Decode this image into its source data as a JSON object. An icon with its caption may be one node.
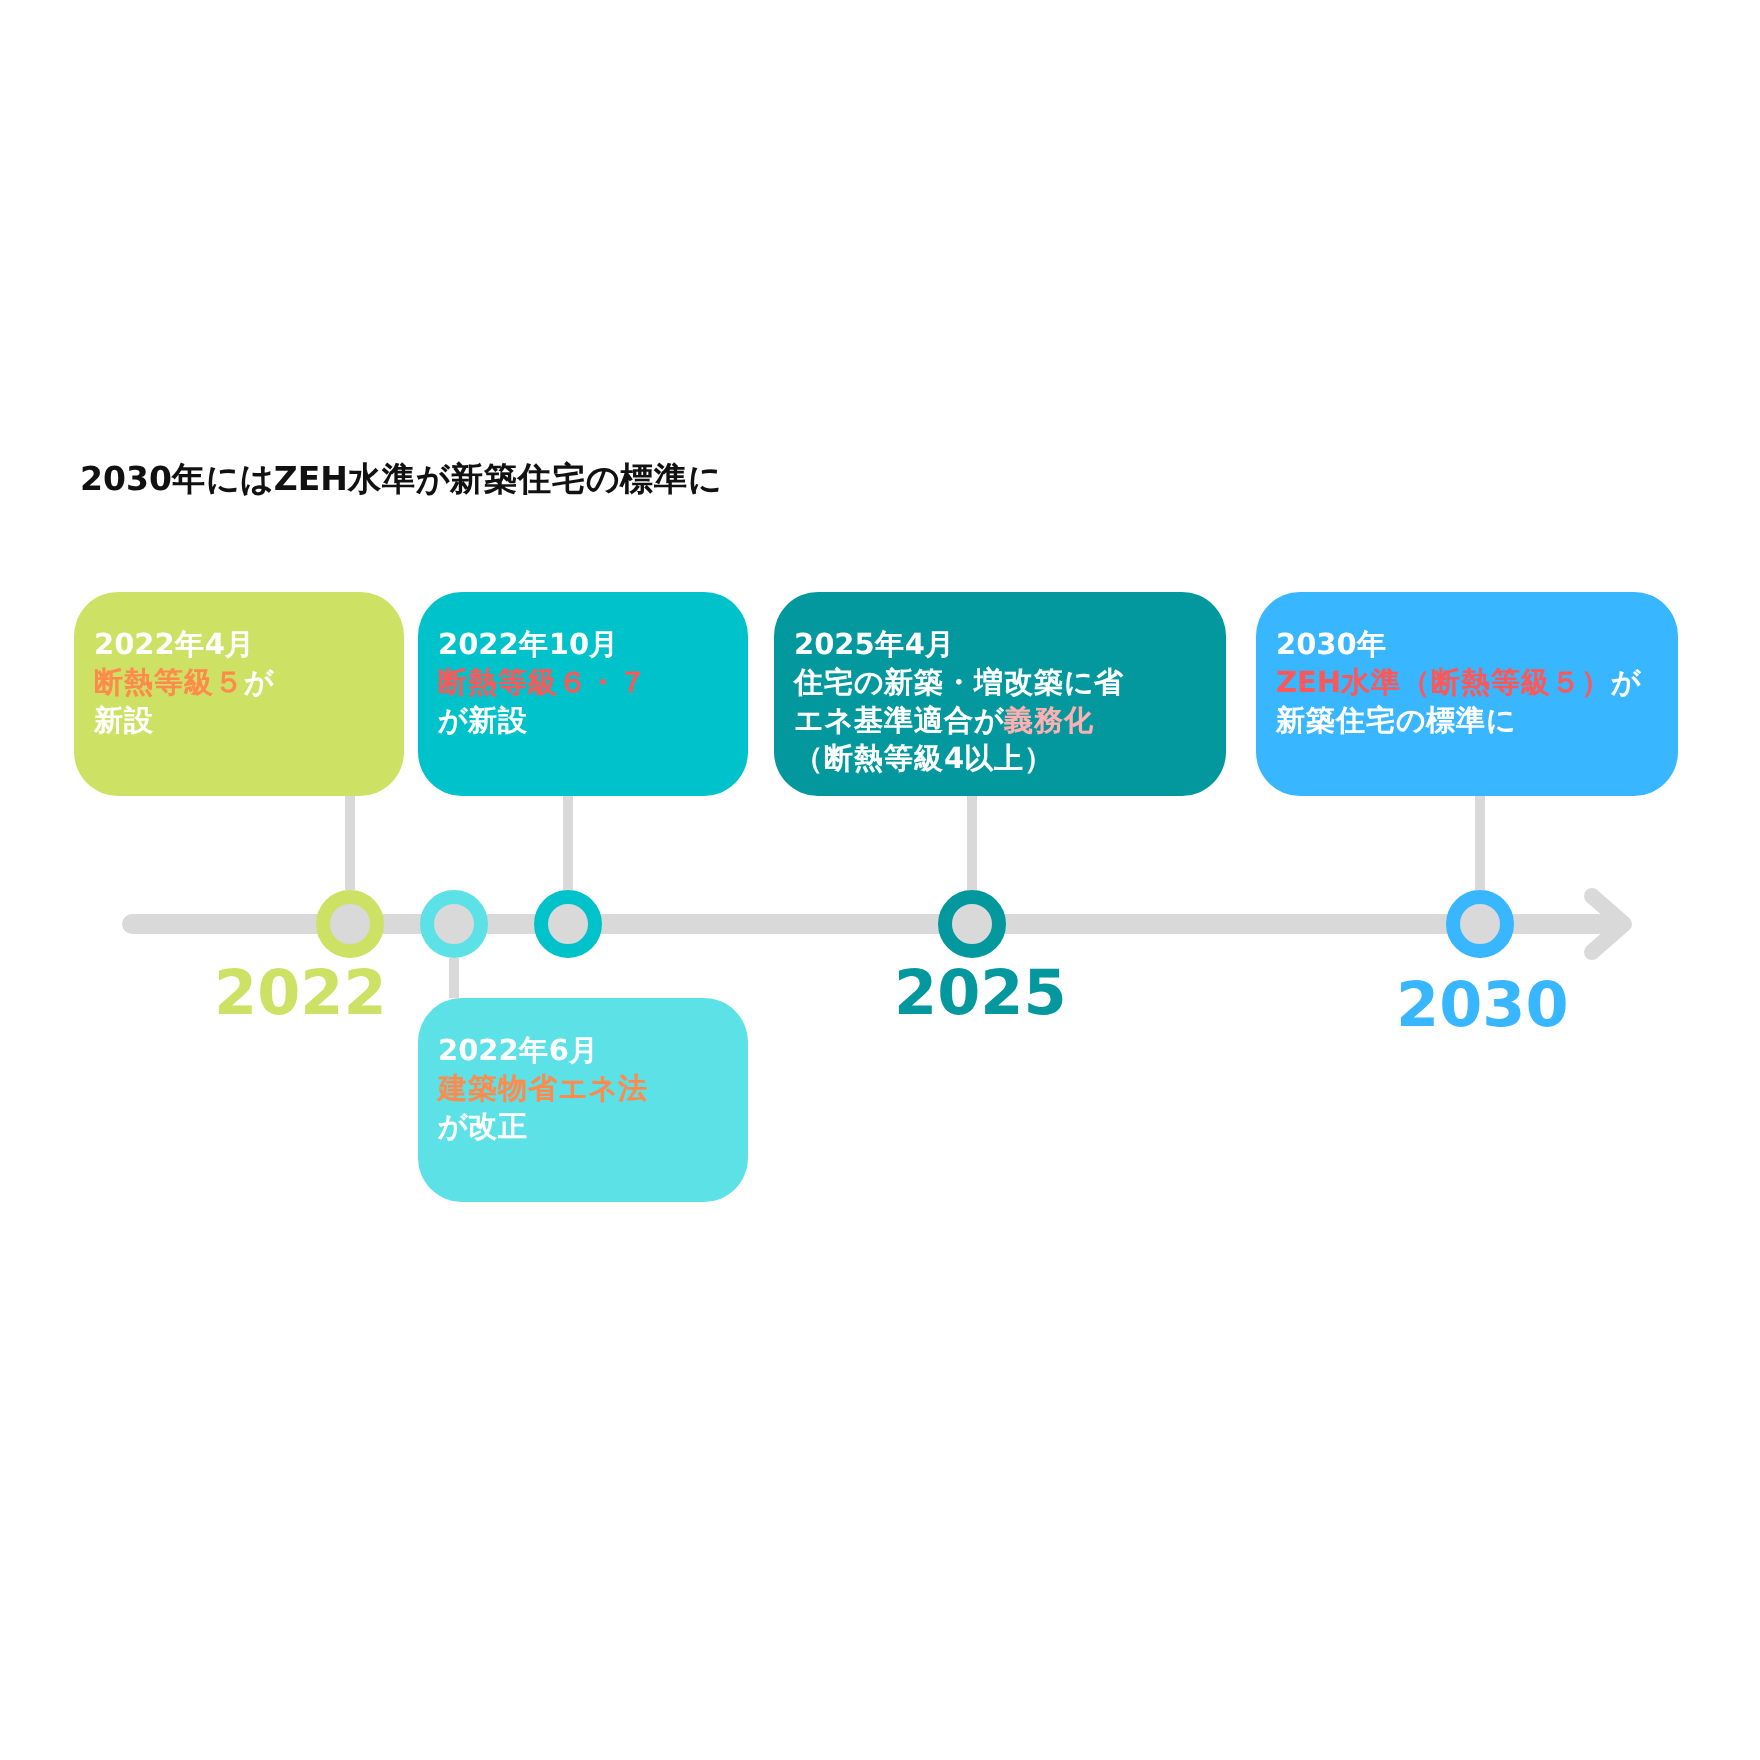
{
  "diagram": {
    "title": "2030年にはZEH水準が新築住宅の標準に",
    "nodes": [
      {
        "text": [
          "2022年4月",
          "**断熱等級５**が新設"
        ]
      },
      {
        "text": [
          "2022年6月",
          "**建築物省エネ法**が改正"
        ]
      },
      {
        "text": [
          "2022年10月",
          "**断熱等級６・７**が新設"
        ]
      },
      {
        "text": [
          "2025年4月",
          "住宅の新築・増改築に省エネ基準適合が**義務化**（断熱等級4以上）"
        ]
      },
      {
        "text": [
          "2030年",
          "**ZEH水準（断熱等級５）**が新築住宅の標準に"
        ]
      },
      {
        "text": [],
        "shape": "circle"
      },
      {
        "text": [],
        "shape": "circle"
      },
      {
        "text": [],
        "shape": "circle"
      },
      {
        "text": [],
        "shape": "circle"
      },
      {
        "text": [],
        "shape": "circle"
      }
    ],
    "edges": [
      {
        "from": 0,
        "to": 5,
        "arrow": "none"
      },
      {
        "from": 1,
        "to": 6,
        "arrow": "none"
      },
      {
        "from": 2,
        "to": 7,
        "arrow": "none"
      },
      {
        "from": 3,
        "to": 8,
        "arrow": "none"
      },
      {
        "from": 4,
        "to": 9,
        "arrow": "none"
      }
    ],
    "labels": [
      "2022",
      "2025",
      "2030"
    ]
  }
}
